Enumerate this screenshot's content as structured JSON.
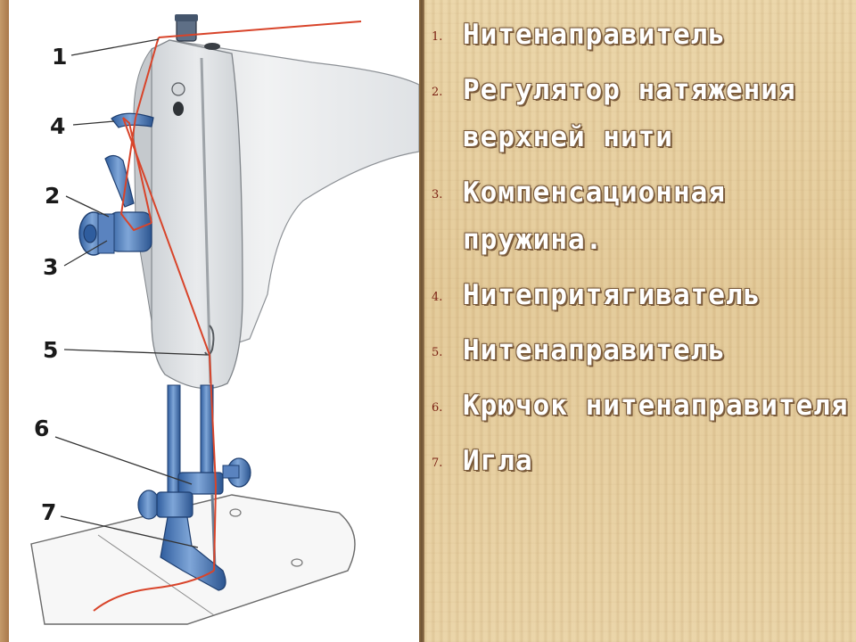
{
  "diagram": {
    "callouts": [
      "1",
      "4",
      "2",
      "3",
      "5",
      "6",
      "7"
    ],
    "thread_color": "#d8442a",
    "machine_color": "#e6e8ea",
    "metal_color": "#3f6fb3"
  },
  "legend": {
    "items": [
      {
        "num": "1.",
        "label": "Нитенаправитель"
      },
      {
        "num": "2.",
        "label": "Регулятор натяжения верхней нити"
      },
      {
        "num": "3.",
        "label": "Компенсационная пружина."
      },
      {
        "num": "4.",
        "label": "Нитепритягиватель"
      },
      {
        "num": "5.",
        "label": "Нитенаправитель"
      },
      {
        "num": "6.",
        "label": "Крючок нитенаправителя"
      },
      {
        "num": "7.",
        "label": "Игла"
      }
    ]
  },
  "colors": {
    "panel_bg": "#e8d2a4",
    "text": "#ffffff",
    "number": "#7a1f12",
    "frame": "#b58a5a"
  }
}
